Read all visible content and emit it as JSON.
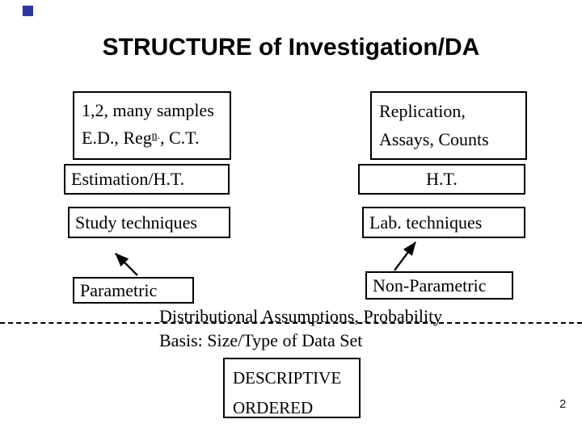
{
  "slide": {
    "title": "STRUCTURE of Investigation/DA",
    "page_number": "2"
  },
  "colors": {
    "accent_blue": "#2E3699",
    "text": "#000000",
    "background": "#FFFFFF"
  },
  "left_column": {
    "samples_box": {
      "line1": "1,2, many samples",
      "line2_prefix": "E.D., Reg",
      "line2_superscript": "n",
      "line2_superscript_dot": ".",
      "line2_suffix": ", C.T."
    },
    "estimation_box": {
      "label": "Estimation/H.T."
    },
    "study_box": {
      "label": "Study techniques"
    },
    "parametric_box": {
      "label": "Parametric"
    }
  },
  "right_column": {
    "replication_box": {
      "line1": "Replication,",
      "line2": "Assays, Counts"
    },
    "ht_box": {
      "label": "H.T."
    },
    "lab_box": {
      "label": "Lab. techniques"
    },
    "nonparametric_box": {
      "label": "Non-Parametric"
    }
  },
  "annotation": {
    "line1": "Distributional Assumptions, Probability",
    "line2": "Basis: Size/Type of Data Set"
  },
  "bottom_box": {
    "line1": "DESCRIPTIVE",
    "line2": "ORDERED"
  }
}
